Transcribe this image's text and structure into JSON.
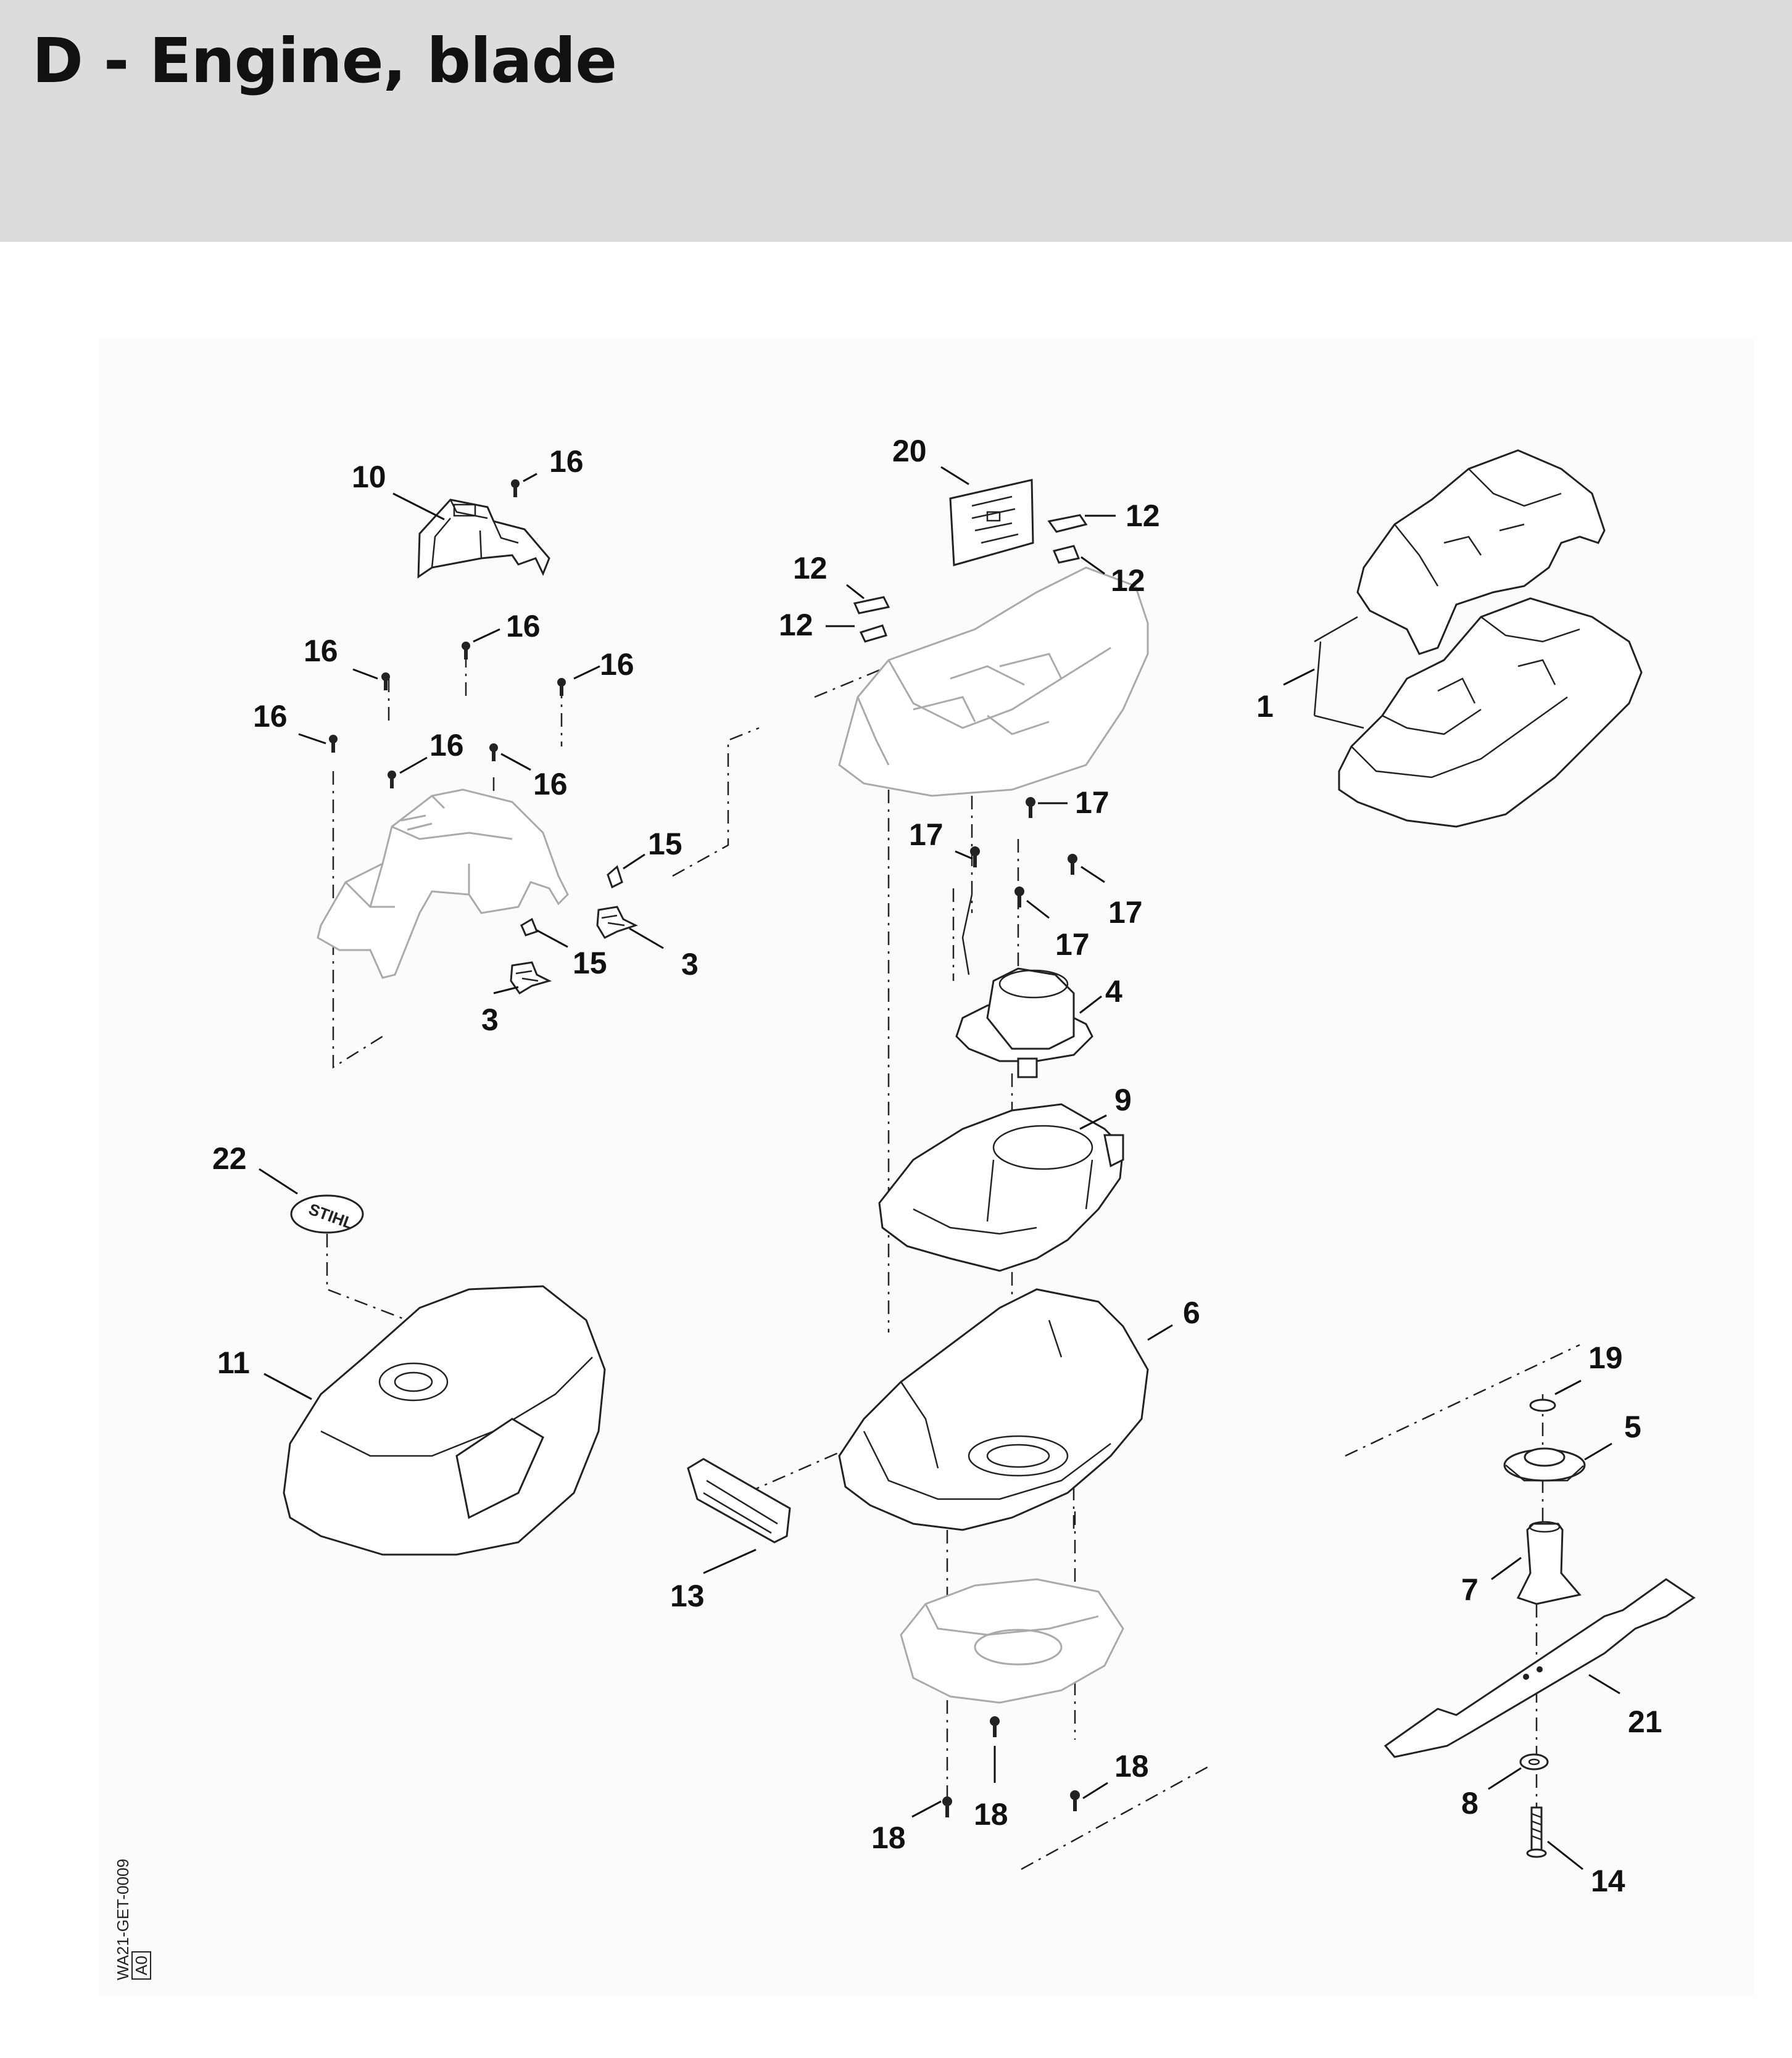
{
  "page": {
    "title": "D - Engine, blade"
  },
  "diagram": {
    "callouts": {
      "c1": "1",
      "c3a": "3",
      "c3b": "3",
      "c4": "4",
      "c5": "5",
      "c6": "6",
      "c7": "7",
      "c8": "8",
      "c9": "9",
      "c10": "10",
      "c11": "11",
      "c12a": "12",
      "c12b": "12",
      "c12c": "12",
      "c12d": "12",
      "c13": "13",
      "c14": "14",
      "c15a": "15",
      "c15b": "15",
      "c16a": "16",
      "c16b": "16",
      "c16c": "16",
      "c16d": "16",
      "c16e": "16",
      "c16f": "16",
      "c16g": "16",
      "c17a": "17",
      "c17b": "17",
      "c17c": "17",
      "c17d": "17",
      "c18a": "18",
      "c18b": "18",
      "c18c": "18",
      "c19": "19",
      "c20": "20",
      "c21": "21",
      "c22": "22"
    },
    "logo_text": "STIHL",
    "drawing_code": "WA21-GET-0009",
    "drawing_revision": "A0"
  }
}
